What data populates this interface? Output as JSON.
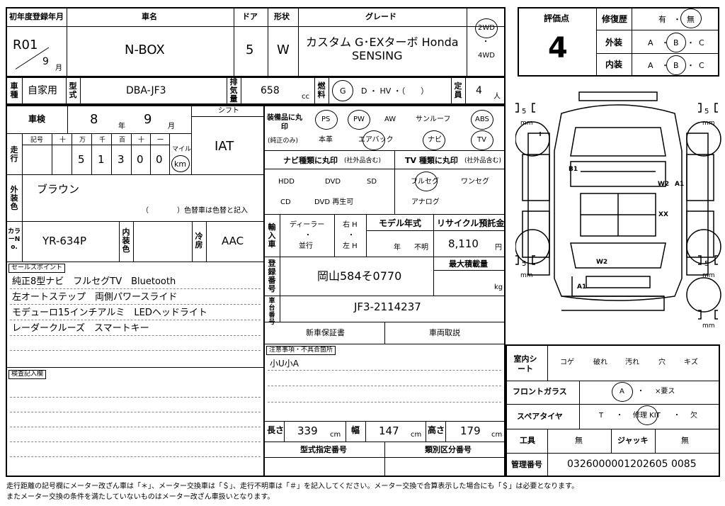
{
  "vehicle": {
    "first_reg_label": "初年度登録年月",
    "first_reg_year": "R01",
    "first_reg_month": "9",
    "first_reg_month_unit": "月",
    "name_label": "車名",
    "name": "N-BOX",
    "doors_label": "ドア",
    "doors": "5",
    "shape_label": "形状",
    "shape": "W",
    "grade_label": "グレード",
    "grade_line1": "カスタム G･EXターボ Honda",
    "grade_line2": "SENSING",
    "drive_2wd": "2WD",
    "drive_dot": "・",
    "drive_4wd": "4WD"
  },
  "evaluation": {
    "score_label": "評価点",
    "score": "4",
    "repair_label": "修復歴",
    "repair_yes": "有",
    "repair_dot": "・",
    "repair_no": "無",
    "exterior_label": "外装",
    "interior_label": "内装",
    "grade_a": "A",
    "grade_b": "B",
    "grade_c": "C",
    "dot": "・"
  },
  "row2": {
    "usage_label": "車種",
    "usage": "自家用",
    "model_label": "型式",
    "model": "DBA-JF3",
    "displacement_label": "排気量",
    "displacement": "658",
    "displacement_unit": "cc",
    "fuel_label": "燃料",
    "fuel_g": "G",
    "fuel_rest": "D ・ HV ・（　　）",
    "capacity_label": "定員",
    "capacity": "4",
    "capacity_unit": "人"
  },
  "inspection": {
    "label": "車検",
    "year": "8",
    "year_unit": "年",
    "month": "9",
    "month_unit": "月",
    "shift_label": "シフト",
    "shift": "IAT"
  },
  "mileage": {
    "label": "走行",
    "symbol_label": "記号",
    "headers": [
      "十",
      "万",
      "千",
      "百",
      "十",
      "一"
    ],
    "digits": [
      "",
      "5",
      "1",
      "3",
      "0",
      "0"
    ],
    "mile_label": "マイル",
    "km_label": "km"
  },
  "color": {
    "label": "外装色",
    "value": "ブラウン",
    "change_note": "（　　　　）色替車は色替と記入",
    "code_label": "カラーNo.",
    "code": "YR-634P",
    "interior_color_label": "内装色",
    "cooler_label": "冷房",
    "cooler": "AAC"
  },
  "equipment": {
    "label": "装備品に丸印",
    "label_sub": "(純正のみ)",
    "items_row1": [
      "PS",
      "PW",
      "AW",
      "サンルーフ",
      "ABS"
    ],
    "items_row2": [
      "本革",
      "エアバック",
      "ナビ",
      "TV"
    ]
  },
  "navi": {
    "label": "ナビ種類に丸印",
    "label_sub": "(社外品含む)",
    "items": [
      "HDD",
      "DVD",
      "SD",
      "CD",
      "DVD 再生可"
    ]
  },
  "tv": {
    "label": "TV 種類に丸印",
    "label_sub": "(社外品含む)",
    "items": [
      "フルセグ",
      "ワンセグ",
      "アナログ"
    ]
  },
  "import": {
    "label": "輸入車",
    "dealer": "ディーラー",
    "dot": "・",
    "parallel": "並行",
    "right": "右 H",
    "left": "左 H",
    "model_year_label": "モデル年式",
    "model_year_unit": "年",
    "model_year_unknown": "不明",
    "recycle_label": "リサイクル預託金",
    "recycle": "8,110",
    "recycle_unit": "円"
  },
  "registration": {
    "label": "登録番号",
    "value": "岡山584そ0770",
    "max_load_label": "最大積載量",
    "max_load_unit": "kg",
    "chassis_label": "車台番号",
    "chassis": "JF3-2114237",
    "warranty_label": "新車保証書",
    "manual_label": "車両取説"
  },
  "notes": {
    "label": "注意事項・不具合箇所",
    "text": "小U小A"
  },
  "sales": {
    "label": "セールスポイント",
    "lines": [
      "純正8型ナビ　フルセグTV　Bluetooth",
      "左オートステップ　両側パワースライド",
      "モデューロ15インチアルミ　LEDヘッドライト",
      "レーダークルーズ　スマートキー"
    ]
  },
  "inspection_notes_label": "検査記入欄",
  "dimensions": {
    "length_label": "長さ",
    "length": "339",
    "width_label": "幅",
    "width": "147",
    "height_label": "高さ",
    "height": "179",
    "unit": "cm",
    "type_cert_label": "型式指定番号",
    "category_label": "類別区分番号"
  },
  "interior": {
    "label": "室内シート",
    "items": [
      "コゲ",
      "破れ",
      "汚れ",
      "穴",
      "キズ"
    ],
    "glass_label": "フロントガラス",
    "glass_a": "A",
    "glass_dot": "・",
    "glass_rest": "×要ス",
    "spare_label": "スペアタイヤ",
    "spare_t": "T",
    "spare_dot": "・",
    "spare_kit": "修理 KIT",
    "spare_none": "欠",
    "tools_label": "工具",
    "tools": "無",
    "jack_label": "ジャッキ",
    "jack": "無",
    "mgmt_label": "管理番号",
    "mgmt": "0326000001202605 0085"
  },
  "diagram": {
    "tire_depth": "5",
    "mm": "mm",
    "marks": [
      "B1",
      "W2",
      "A1",
      "XX",
      "W2",
      "A1"
    ]
  },
  "footer": {
    "line1": "走行距離の記号欄にメーター改ざん車は「＊」、メーター交換車は「＄」、走行不明車は「＃」を記入してください。メーター交換で合算表示した場合にも「＄」は必要となります。",
    "line2": "またメーター交換の条件を満たしていないものはメーター改ざん車扱いとなります。"
  }
}
